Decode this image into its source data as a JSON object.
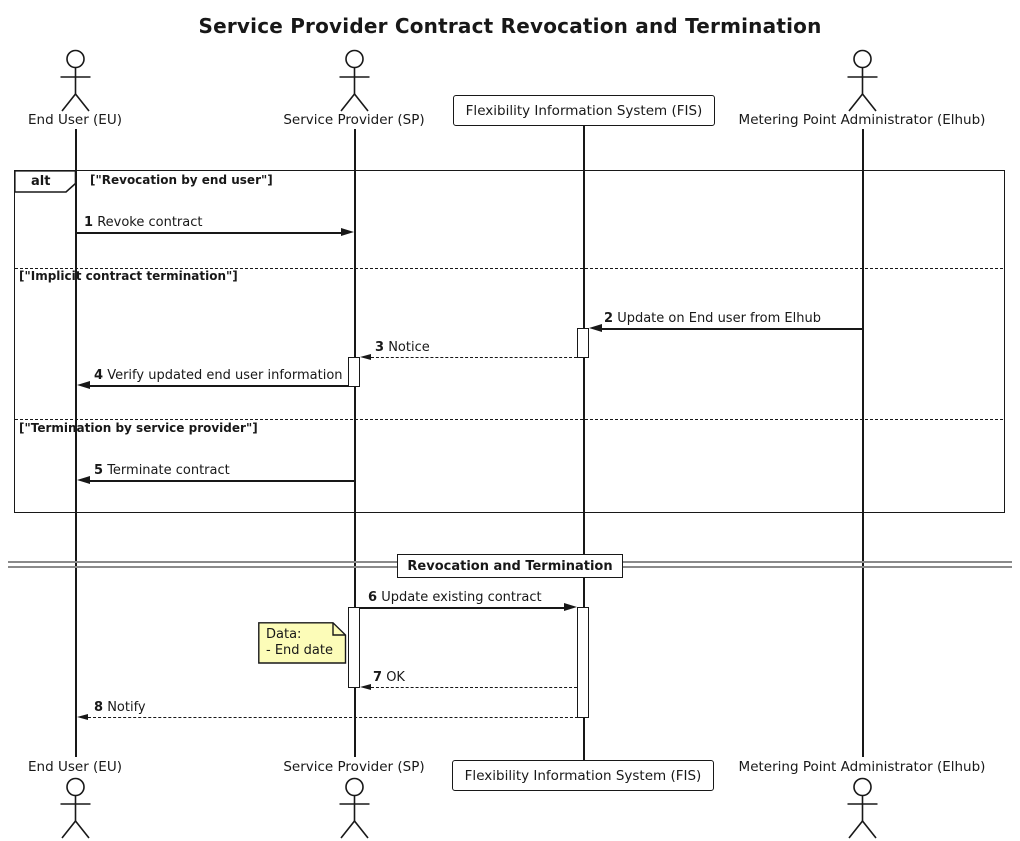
{
  "title": "Service Provider Contract Revocation and Termination",
  "colors": {
    "line": "#181818",
    "text": "#181818",
    "note-bg": "#FCFCB8",
    "divider": "#8a8a8a"
  },
  "actors": {
    "eu": {
      "label": "End User (EU)"
    },
    "sp": {
      "label": "Service Provider (SP)"
    },
    "fis": {
      "label": "Flexibility Information System (FIS)"
    },
    "elhub": {
      "label": "Metering Point Administrator (Elhub)"
    }
  },
  "alt_frame": {
    "operator": "alt",
    "guards": [
      "[\"Revocation by end user\"]",
      "[\"Implicit contract termination\"]",
      "[\"Termination by service provider\"]"
    ]
  },
  "messages": [
    {
      "num": "1",
      "text": "Revoke contract"
    },
    {
      "num": "2",
      "text": "Update on End user from Elhub"
    },
    {
      "num": "3",
      "text": "Notice"
    },
    {
      "num": "4",
      "text": "Verify updated end user information"
    },
    {
      "num": "5",
      "text": "Terminate contract"
    },
    {
      "num": "6",
      "text": "Update existing contract"
    },
    {
      "num": "7",
      "text": "OK"
    },
    {
      "num": "8",
      "text": "Notify"
    }
  ],
  "divider": {
    "label": "Revocation and Termination"
  },
  "note": {
    "lines": [
      "Data:",
      "- End date"
    ]
  }
}
